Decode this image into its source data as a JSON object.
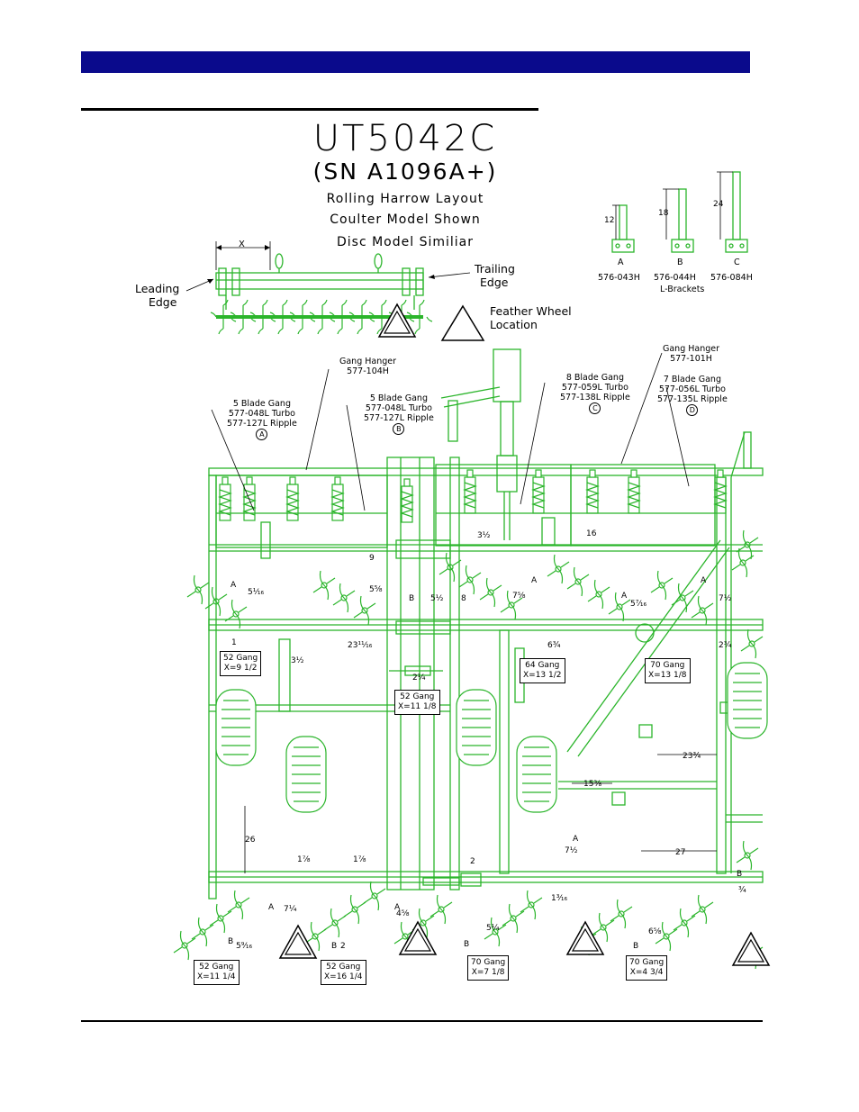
{
  "header": {
    "color": "#0a0a8c"
  },
  "title": {
    "model": "UT5042C",
    "serial": "(SN A1096A+)",
    "line1": "Rolling Harrow Layout",
    "line2": "Coulter Model Shown",
    "line3": "Disc Model Similiar"
  },
  "top_view": {
    "x_label": "X",
    "leading_edge": [
      "Leading",
      "Edge"
    ],
    "trailing_edge": [
      "Trailing",
      "Edge"
    ],
    "feather_wheel": [
      "Feather Wheel",
      "Location"
    ]
  },
  "brackets": [
    {
      "letter": "A",
      "part": "576-043H",
      "dim": "12"
    },
    {
      "letter": "B",
      "part": "576-044H",
      "dim": "18"
    },
    {
      "letter": "C",
      "part": "576-084H",
      "dim": "24"
    }
  ],
  "brackets_caption": "L-Brackets",
  "callouts": {
    "gang_hanger_left": [
      "Gang Hanger",
      "577-104H"
    ],
    "gang_hanger_right": [
      "Gang Hanger",
      "577-101H"
    ],
    "gang_a": [
      "5 Blade Gang",
      "577-048L Turbo",
      "577-127L Ripple"
    ],
    "gang_a_mark": "A",
    "gang_b": [
      "5 Blade Gang",
      "577-048L Turbo",
      "577-127L Ripple"
    ],
    "gang_b_mark": "B",
    "gang_c": [
      "8 Blade Gang",
      "577-059L Turbo",
      "577-138L Ripple"
    ],
    "gang_c_mark": "C",
    "gang_d": [
      "7 Blade Gang",
      "577-056L Turbo",
      "577-135L Ripple"
    ],
    "gang_d_mark": "D"
  },
  "gang_boxes": [
    {
      "name": "52 Gang",
      "x": "X=9 1/2"
    },
    {
      "name": "52 Gang",
      "x": "X=11 1/8"
    },
    {
      "name": "64 Gang",
      "x": "X=13 1/2"
    },
    {
      "name": "70 Gang",
      "x": "X=13 1/8"
    },
    {
      "name": "52 Gang",
      "x": "X=11 1/4"
    },
    {
      "name": "52 Gang",
      "x": "X=16 1/4"
    },
    {
      "name": "70 Gang",
      "x": "X=7 1/8"
    },
    {
      "name": "70 Gang",
      "x": "X=4 3/4"
    }
  ],
  "dimensions": {
    "d1": "3½",
    "d2": "16",
    "d3": "9",
    "d4": "5¹⁄₁₆",
    "d5": "5½",
    "d6": "5⁵⁄₈",
    "d7": "7⅝",
    "d8": "5⁷⁄₁₆",
    "d9": "7½",
    "d10": "1",
    "d11": "23¹¹⁄₁₆",
    "d12": "6¾",
    "d13": "2¾",
    "d14": "2¼",
    "d15": "23¾",
    "d16": "15⅜",
    "d17": "26",
    "d18": "1⅞",
    "d19": "1⅞",
    "d20": "2",
    "d21": "7½",
    "d22": "27",
    "d23": "1³⁄₁₆",
    "d24": "7¼",
    "d25": "4⅝",
    "d26": "5¼",
    "d27": "6⅝",
    "d28": "5⁹⁄₁₆",
    "d29": "2",
    "d30": "¾",
    "d31": "3½",
    "d32": "8"
  },
  "letters": {
    "a": "A",
    "b": "B"
  },
  "drawing_color": "#2bb52b"
}
